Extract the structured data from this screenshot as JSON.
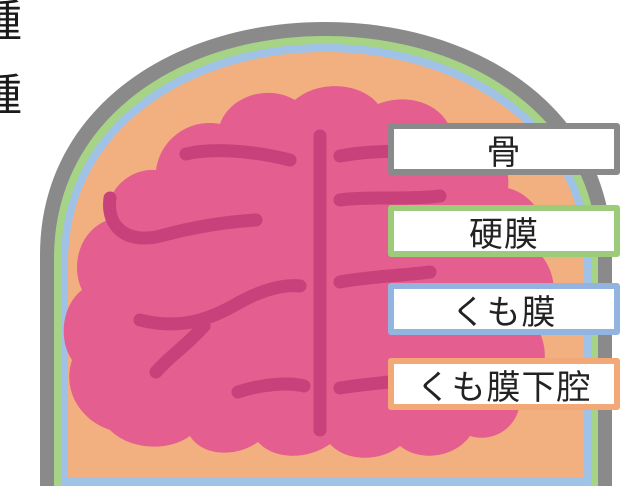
{
  "partial_labels": [
    "腫",
    "腫"
  ],
  "legend": [
    {
      "label": "骨",
      "color": "#8a8a8a"
    },
    {
      "label": "硬膜",
      "color": "#9ccc7a"
    },
    {
      "label": "くも膜",
      "color": "#93b4de"
    },
    {
      "label": "くも膜下腔",
      "color": "#f2a877"
    }
  ],
  "colors": {
    "bone": "#8a8a8a",
    "dura": "#a6d385",
    "arachnoid": "#9fc2e6",
    "subarachnoid": "#f2b080",
    "brain": "#e45e8f",
    "sulcus": "#c8417a"
  }
}
